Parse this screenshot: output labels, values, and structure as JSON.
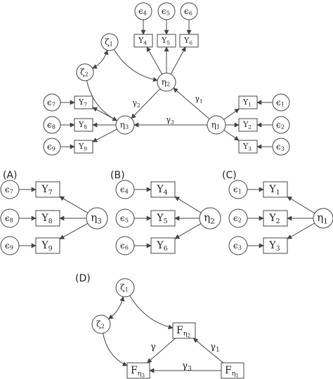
{
  "nodes": {
    "eps4": {
      "base": "ϵ",
      "sub": "4"
    },
    "eps5": {
      "base": "ϵ",
      "sub": "5"
    },
    "eps6": {
      "base": "ϵ",
      "sub": "6"
    },
    "y4": {
      "base": "Y",
      "sub": "4"
    },
    "y5": {
      "base": "Y",
      "sub": "5"
    },
    "y6": {
      "base": "Y",
      "sub": "6"
    },
    "zeta1": {
      "base": "ζ",
      "sub": "1"
    },
    "zeta2": {
      "base": "ζ",
      "sub": "2"
    },
    "eta2": {
      "base": "η",
      "sub": "2"
    },
    "eta3": {
      "base": "η",
      "sub": "3"
    },
    "eta1": {
      "base": "η",
      "sub": "1"
    },
    "eps7": {
      "base": "ϵ",
      "sub": "7"
    },
    "eps8": {
      "base": "ϵ",
      "sub": "8"
    },
    "eps9": {
      "base": "ϵ",
      "sub": "9"
    },
    "y7": {
      "base": "Y",
      "sub": "7"
    },
    "y8": {
      "base": "Y",
      "sub": "8"
    },
    "y9": {
      "base": "Y",
      "sub": "9"
    },
    "y1": {
      "base": "Y",
      "sub": "1"
    },
    "y2": {
      "base": "Y",
      "sub": "2"
    },
    "y3": {
      "base": "Y",
      "sub": "3"
    },
    "eps1": {
      "base": "ϵ",
      "sub": "1"
    },
    "eps2": {
      "base": "ϵ",
      "sub": "2"
    },
    "eps3": {
      "base": "ϵ",
      "sub": "3"
    },
    "A_eps7": {
      "base": "ϵ",
      "sub": "7"
    },
    "A_eps8": {
      "base": "ϵ",
      "sub": "8"
    },
    "A_eps9": {
      "base": "ϵ",
      "sub": "9"
    },
    "A_y7": {
      "base": "Y",
      "sub": "7"
    },
    "A_y8": {
      "base": "Y",
      "sub": "8"
    },
    "A_y9": {
      "base": "Y",
      "sub": "9"
    },
    "A_eta3": {
      "base": "η",
      "sub": "3"
    },
    "B_eps4": {
      "base": "ϵ",
      "sub": "4"
    },
    "B_eps5": {
      "base": "ϵ",
      "sub": "5"
    },
    "B_eps6": {
      "base": "ϵ",
      "sub": "6"
    },
    "B_y4": {
      "base": "Y",
      "sub": "4"
    },
    "B_y5": {
      "base": "Y",
      "sub": "5"
    },
    "B_y6": {
      "base": "Y",
      "sub": "6"
    },
    "B_eta2": {
      "base": "η",
      "sub": "2"
    },
    "C_eps1": {
      "base": "ϵ",
      "sub": "1"
    },
    "C_eps2": {
      "base": "ϵ",
      "sub": "2"
    },
    "C_eps3": {
      "base": "ϵ",
      "sub": "3"
    },
    "C_y1": {
      "base": "Y",
      "sub": "1"
    },
    "C_y2": {
      "base": "Y",
      "sub": "2"
    },
    "C_y3": {
      "base": "Y",
      "sub": "3"
    },
    "C_eta1": {
      "base": "η",
      "sub": "1"
    },
    "D_zeta1": {
      "base": "ζ",
      "sub": "1"
    },
    "D_zeta2": {
      "base": "ζ",
      "sub": "2"
    },
    "D_F2": {
      "base": "F",
      "sub": "η",
      "subsub": "2"
    },
    "D_F3": {
      "base": "F",
      "sub": "η",
      "subsub": "3"
    },
    "D_F1": {
      "base": "F",
      "sub": "η",
      "subsub": "1"
    }
  },
  "edge_labels": {
    "gamma2": {
      "base": "γ",
      "sub": "2"
    },
    "gamma1": {
      "base": "γ",
      "sub": "1"
    },
    "gamma3": {
      "base": "γ",
      "sub": "3"
    },
    "D_gamma": {
      "base": "γ",
      "sub": ""
    },
    "D_gamma1": {
      "base": "γ",
      "sub": "1"
    },
    "D_gamma3": {
      "base": "γ",
      "sub": "3"
    }
  },
  "panels": {
    "A": "(A)",
    "B": "(B)",
    "C": "(C)",
    "D": "(D)"
  }
}
